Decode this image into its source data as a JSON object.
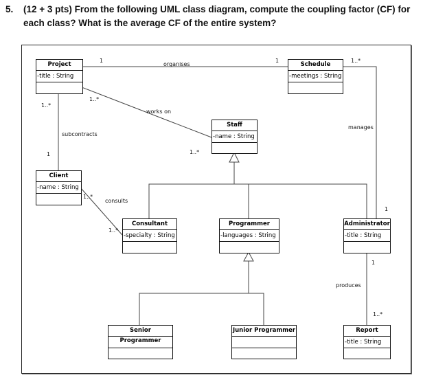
{
  "question": {
    "number": "5.",
    "text": "(12 + 3 pts) From the following UML class diagram, compute the coupling factor (CF) for each class? What is the average CF of the entire system?"
  },
  "classes": {
    "project": {
      "name": "Project",
      "attr": "-title : String"
    },
    "schedule": {
      "name": "Schedule",
      "attr": "-meetings : String"
    },
    "staff": {
      "name": "Staff",
      "attr": "-name : String"
    },
    "client": {
      "name": "Client",
      "attr": "-name : String"
    },
    "consultant": {
      "name": "Consultant",
      "attr": "-specialty : String"
    },
    "programmer": {
      "name": "Programmer",
      "attr": "-languages : String"
    },
    "administrator": {
      "name": "Administrator",
      "attr": "-title : String"
    },
    "senior": {
      "name": "Senior Programmer",
      "attr": ""
    },
    "junior": {
      "name": "Junior Programmer",
      "attr": ""
    },
    "report": {
      "name": "Report",
      "attr": "-title : String"
    }
  },
  "associations": {
    "organises": {
      "label": "organises",
      "m1": "1",
      "m2": "1"
    },
    "manages": {
      "label": "manages",
      "m1": "1..*",
      "m2": "1"
    },
    "works_on": {
      "label": "works on",
      "m1": "1..*",
      "m2": "1..*"
    },
    "subcontracts": {
      "label": "subcontracts",
      "m1": "1..*",
      "m2": "1"
    },
    "consults": {
      "label": "consults",
      "m1": "1..*",
      "m2": "1..*"
    },
    "produces": {
      "label": "produces",
      "m1": "1",
      "m2": "1..*"
    }
  }
}
